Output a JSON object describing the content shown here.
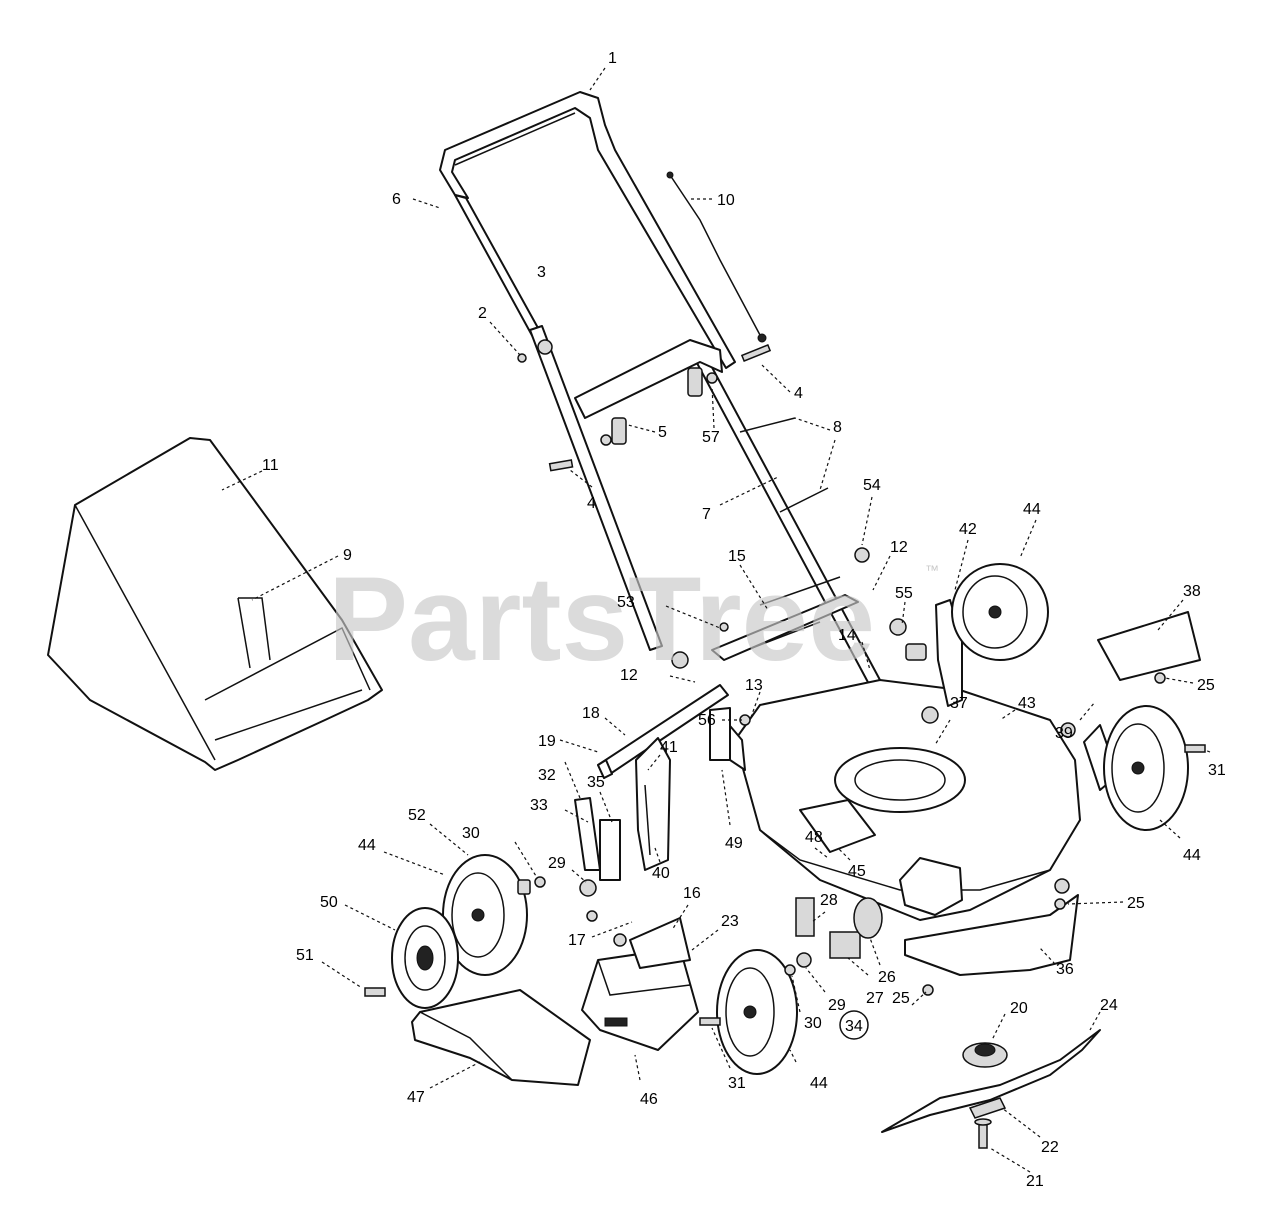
{
  "watermark": {
    "text": "PartsTree",
    "trademark": "™"
  },
  "callouts": [
    {
      "id": "c1",
      "label": "1"
    },
    {
      "id": "c2",
      "label": "2"
    },
    {
      "id": "c3",
      "label": "3"
    },
    {
      "id": "c4a",
      "label": "4"
    },
    {
      "id": "c4b",
      "label": "4"
    },
    {
      "id": "c5",
      "label": "5"
    },
    {
      "id": "c6",
      "label": "6"
    },
    {
      "id": "c7",
      "label": "7"
    },
    {
      "id": "c8",
      "label": "8"
    },
    {
      "id": "c9",
      "label": "9"
    },
    {
      "id": "c10",
      "label": "10"
    },
    {
      "id": "c11",
      "label": "11"
    },
    {
      "id": "c12a",
      "label": "12"
    },
    {
      "id": "c12b",
      "label": "12"
    },
    {
      "id": "c13",
      "label": "13"
    },
    {
      "id": "c14",
      "label": "14"
    },
    {
      "id": "c15",
      "label": "15"
    },
    {
      "id": "c16",
      "label": "16"
    },
    {
      "id": "c17",
      "label": "17"
    },
    {
      "id": "c18",
      "label": "18"
    },
    {
      "id": "c19",
      "label": "19"
    },
    {
      "id": "c20",
      "label": "20"
    },
    {
      "id": "c21",
      "label": "21"
    },
    {
      "id": "c22",
      "label": "22"
    },
    {
      "id": "c23",
      "label": "23"
    },
    {
      "id": "c24",
      "label": "24"
    },
    {
      "id": "c25a",
      "label": "25"
    },
    {
      "id": "c25b",
      "label": "25"
    },
    {
      "id": "c25c",
      "label": "25"
    },
    {
      "id": "c26",
      "label": "26"
    },
    {
      "id": "c27",
      "label": "27"
    },
    {
      "id": "c28",
      "label": "28"
    },
    {
      "id": "c29a",
      "label": "29"
    },
    {
      "id": "c29b",
      "label": "29"
    },
    {
      "id": "c30a",
      "label": "30"
    },
    {
      "id": "c30b",
      "label": "30"
    },
    {
      "id": "c31a",
      "label": "31"
    },
    {
      "id": "c31b",
      "label": "31"
    },
    {
      "id": "c32",
      "label": "32"
    },
    {
      "id": "c33",
      "label": "33"
    },
    {
      "id": "c34",
      "label": "34"
    },
    {
      "id": "c35",
      "label": "35"
    },
    {
      "id": "c36",
      "label": "36"
    },
    {
      "id": "c37",
      "label": "37"
    },
    {
      "id": "c38",
      "label": "38"
    },
    {
      "id": "c39",
      "label": "39"
    },
    {
      "id": "c40",
      "label": "40"
    },
    {
      "id": "c41",
      "label": "41"
    },
    {
      "id": "c42",
      "label": "42"
    },
    {
      "id": "c43",
      "label": "43"
    },
    {
      "id": "c44a",
      "label": "44"
    },
    {
      "id": "c44b",
      "label": "44"
    },
    {
      "id": "c44c",
      "label": "44"
    },
    {
      "id": "c44d",
      "label": "44"
    },
    {
      "id": "c45",
      "label": "45"
    },
    {
      "id": "c46",
      "label": "46"
    },
    {
      "id": "c47",
      "label": "47"
    },
    {
      "id": "c48",
      "label": "48"
    },
    {
      "id": "c49",
      "label": "49"
    },
    {
      "id": "c50",
      "label": "50"
    },
    {
      "id": "c51",
      "label": "51"
    },
    {
      "id": "c52",
      "label": "52"
    },
    {
      "id": "c53",
      "label": "53"
    },
    {
      "id": "c54",
      "label": "54"
    },
    {
      "id": "c55",
      "label": "55"
    },
    {
      "id": "c56",
      "label": "56"
    },
    {
      "id": "c57",
      "label": "57"
    }
  ]
}
